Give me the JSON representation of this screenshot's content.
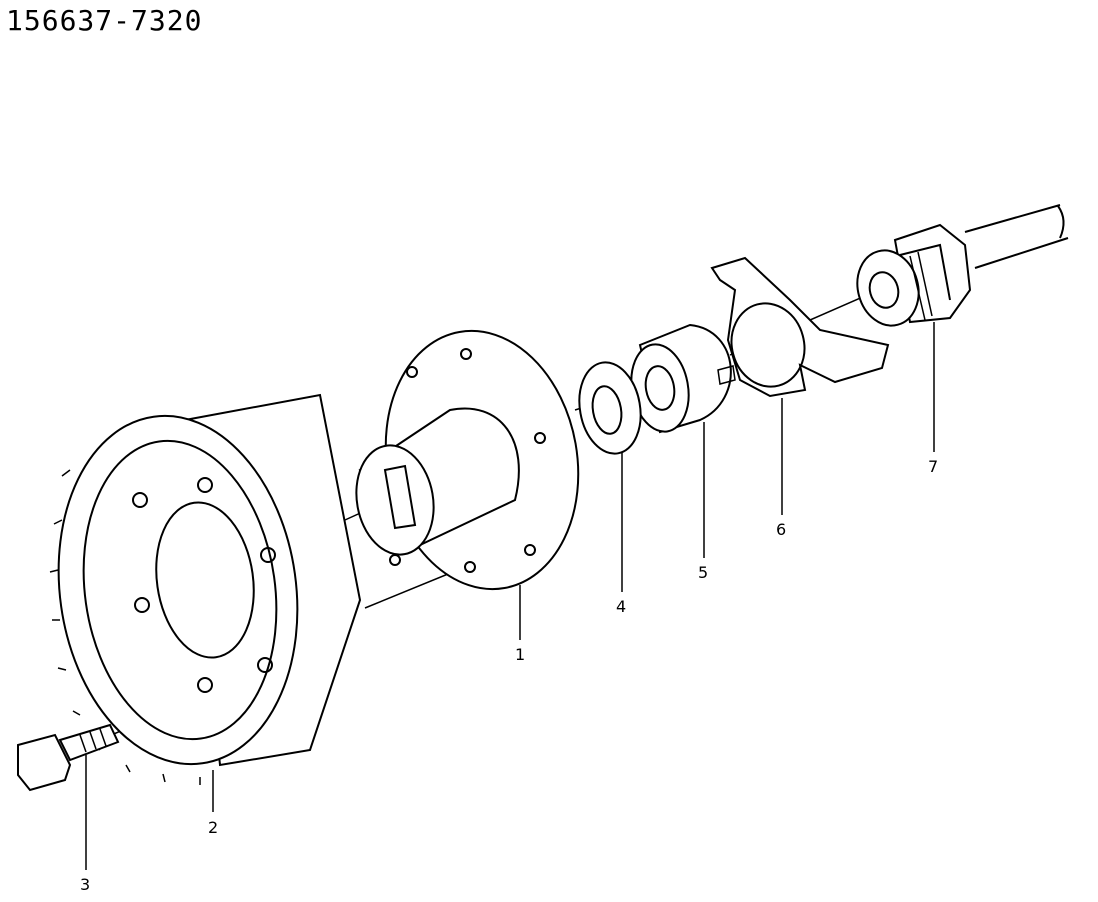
{
  "title": "156637-7320",
  "callouts": {
    "p1": "1",
    "p2": "2",
    "p3": "3",
    "p4": "4",
    "p5": "5",
    "p6": "6",
    "p7": "7"
  },
  "colors": {
    "line": "#000000",
    "background": "#ffffff"
  }
}
